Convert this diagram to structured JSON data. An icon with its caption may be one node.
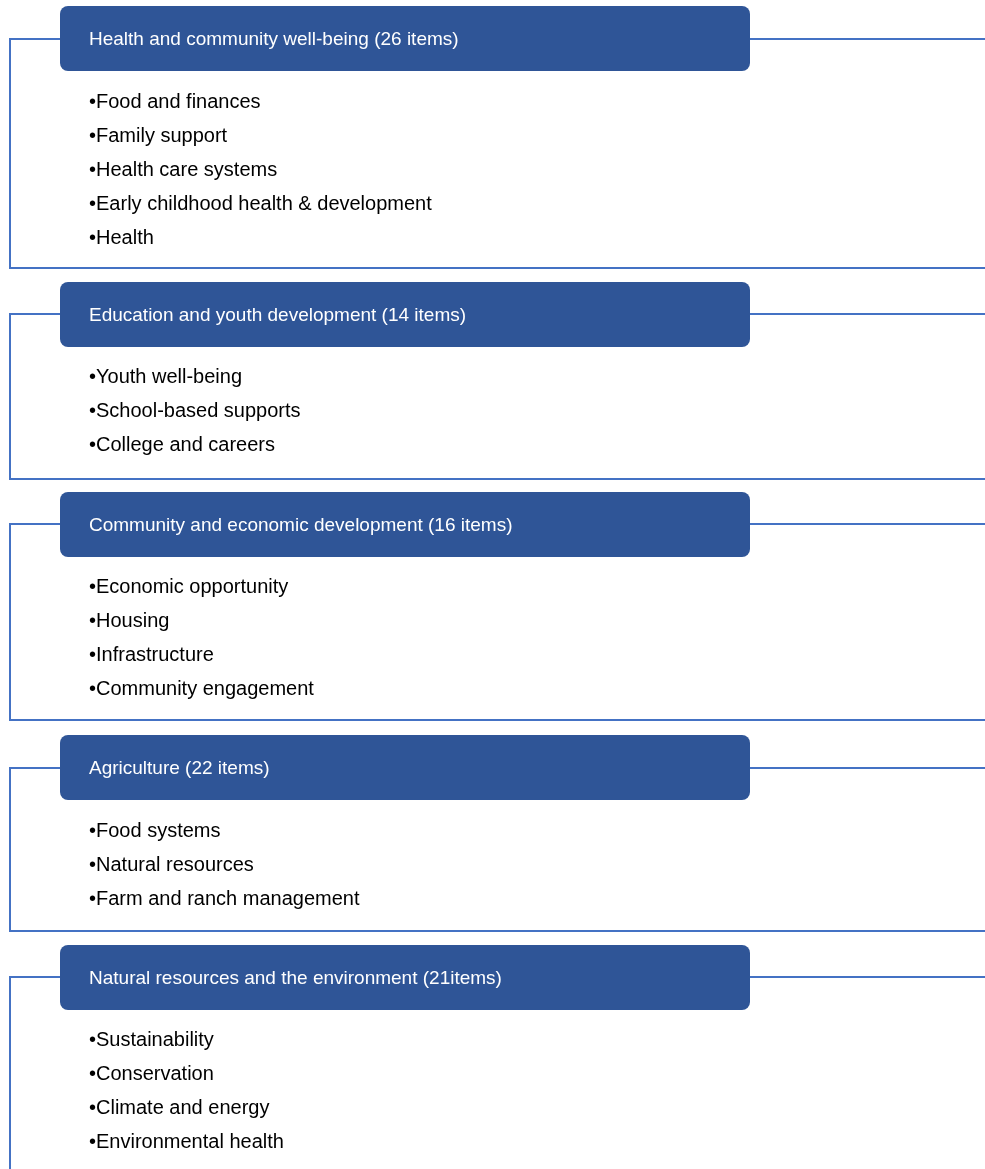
{
  "diagram": {
    "nodes": [
      {
        "text": [
          "Health and community well-being (26 items)"
        ]
      },
      {
        "text": [
          "•Food and finances",
          "•Family support",
          "•Health care systems",
          "•Early childhood health & development",
          "•Health"
        ]
      },
      {
        "text": [
          "Education and youth development (14 items)"
        ]
      },
      {
        "text": [
          "•Youth well-being",
          "•School-based supports",
          "•College and careers"
        ]
      },
      {
        "text": [
          "Community and economic development (16 items)"
        ]
      },
      {
        "text": [
          "•Economic opportunity",
          "•Housing",
          "•Infrastructure",
          "•Community engagement"
        ]
      },
      {
        "text": [
          "Agriculture (22 items)"
        ]
      },
      {
        "text": [
          "•Food systems",
          "•Natural resources",
          "•Farm and ranch management"
        ]
      },
      {
        "text": [
          "Natural resources and the environment (21items)"
        ]
      },
      {
        "text": [
          "•Sustainability",
          "•Conservation",
          "•Climate and energy",
          "•Environmental health"
        ]
      }
    ]
  }
}
